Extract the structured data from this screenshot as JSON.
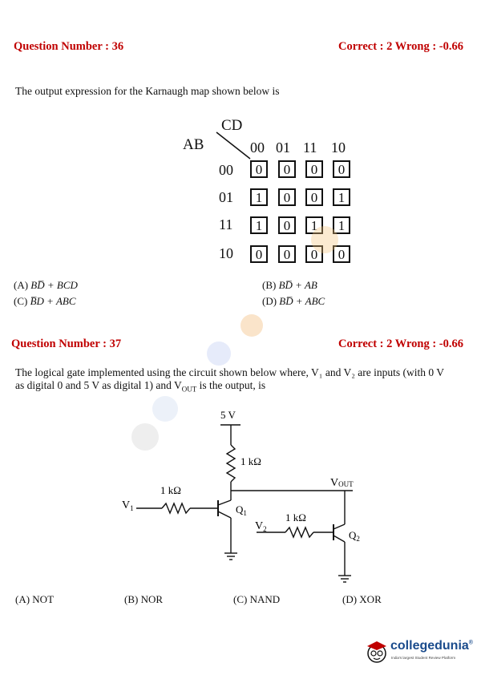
{
  "q36": {
    "number": "Question Number : 36",
    "marks": "Correct : 2  Wrong : -0.66",
    "text": "The output expression for the Karnaugh map shown below is",
    "kmap": {
      "row_var": "AB",
      "col_var": "CD",
      "col_labels": [
        "00",
        "01",
        "11",
        "10"
      ],
      "row_labels": [
        "00",
        "01",
        "11",
        "10"
      ],
      "cells": [
        [
          "0",
          "0",
          "0",
          "0"
        ],
        [
          "1",
          "0",
          "0",
          "1"
        ],
        [
          "1",
          "0",
          "1",
          "1"
        ],
        [
          "0",
          "0",
          "0",
          "0"
        ]
      ]
    },
    "options": {
      "a_label": "(A)",
      "a_expr": "BD̅ + BCD",
      "b_label": "(B)",
      "b_expr": "BD̅ + AB",
      "c_label": "(C)",
      "c_expr": "B̅D + ABC",
      "d_label": "(D)",
      "d_expr": "BD̅ + ABC"
    }
  },
  "q37": {
    "number": "Question Number : 37",
    "marks": "Correct : 2  Wrong : -0.66",
    "text_line1": "The logical gate implemented using the circuit shown below where, V₁ and V₂ are inputs (with 0 V",
    "text_line2": "as digital 0 and 5 V as digital 1) and V",
    "text_line2_sub": "OUT",
    "text_line2_end": " is the output, is",
    "circuit": {
      "supply": "5 V",
      "r_collector": "1 kΩ",
      "r_base1": "1 kΩ",
      "r_base2": "1 kΩ",
      "v1": "V",
      "v1_sub": "1",
      "v2": "V",
      "v2_sub": "2",
      "vout": "V",
      "vout_sub": "OUT",
      "q1": "Q",
      "q1_sub": "1",
      "q2": "Q",
      "q2_sub": "2"
    },
    "options": {
      "a": "(A) NOT",
      "b": "(B) NOR",
      "c": "(C)  NAND",
      "d": "(D)  XOR"
    }
  },
  "brand": {
    "name": "collegedunia",
    "reg": "®",
    "tagline": "India's largest Student Review Platform",
    "accent": "#1a4b8c"
  }
}
